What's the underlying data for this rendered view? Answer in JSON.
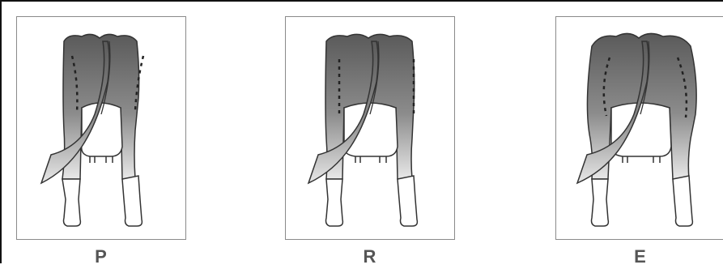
{
  "panels": [
    {
      "label": "P"
    },
    {
      "label": "R"
    },
    {
      "label": "E"
    }
  ],
  "colors": {
    "body_top": "#5a5a5a",
    "body_bottom": "#e6e6e6",
    "outline": "#333333",
    "panel_border": "#8a8a8a",
    "label": "#555555"
  }
}
